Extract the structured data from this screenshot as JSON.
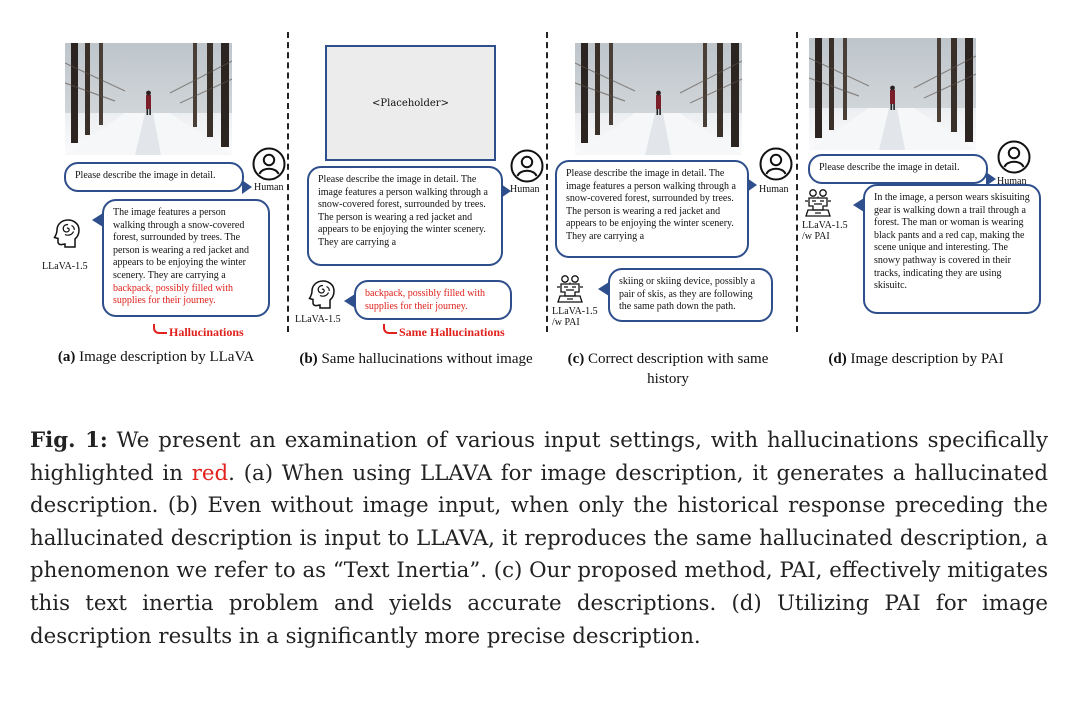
{
  "panels": [
    {
      "id": "a",
      "prompt": "Please describe the image in detail.",
      "human_label": "Human",
      "model_label": "LLaVA-1.5",
      "response_plain": "The image features a person walking through a snow-covered forest, surrounded by trees. The person is wearing a red jacket and appears to be enjoying the winter scenery. They are carrying a ",
      "response_red": "backpack, possibly filled with supplies for their journey.",
      "note": "Hallucinations",
      "caption_tag": "(a)",
      "caption_text": "Image description by LLaVA"
    },
    {
      "id": "b",
      "placeholder": "<Placeholder>",
      "prompt": "Please describe the image in detail. The image features a person walking through a snow-covered forest, surrounded by trees. The person is wearing a red jacket and appears to be enjoying the winter scenery. They are carrying a",
      "human_label": "Human",
      "model_label": "LLaVA-1.5",
      "response_red": "backpack, possibly filled with supplies for their journey.",
      "note": "Same Hallucinations",
      "caption_tag": "(b)",
      "caption_text": "Same hallucinations without image"
    },
    {
      "id": "c",
      "prompt": "Please describe the image in detail. The image features a person walking through a snow-covered forest, surrounded by trees. The person is wearing a red jacket and appears to be enjoying the winter scenery. They are carrying a",
      "human_label": "Human",
      "model_label_1": "LLaVA-1.5",
      "model_label_2": "/w PAI",
      "response_plain": "skiing or skiing device, possibly a pair of skis, as they are following the same path down the path.",
      "caption_tag": "(c)",
      "caption_text": "Correct description with same history"
    },
    {
      "id": "d",
      "prompt": "Please describe the image in detail.",
      "human_label": "Human",
      "model_label_1": "LLaVA-1.5",
      "model_label_2": "/w PAI",
      "response_plain": "In the image, a person wears skisuiting gear is walking down a trail through a forest. The man or woman is wearing black pants and a red cap, making the scene unique and interesting. The snowy pathway is covered in their tracks, indicating they are using skisuitc.",
      "caption_tag": "(d)",
      "caption_text": "Image description by PAI"
    }
  ],
  "figure_caption": {
    "label": "Fig. 1:",
    "part1": " We present an examination of various input settings, with hallucinations specifically highlighted in ",
    "red_word": "red",
    "part2": ". (a) When using LLAVA for image description, it generates a hallucinated description. (b) Even without image input, when only the historical response preceding the hallucinated description is input to LLAVA, it reproduces the same hallucinated description, a phenomenon we refer to as “Text Inertia”. (c) Our proposed method, PAI, effectively mitigates this text inertia problem and yields accurate descriptions. (d) Utilizing PAI for image description results in a significantly more precise description."
  },
  "colors": {
    "bubble_border": "#2e4f8c",
    "highlight_red": "#e0211c"
  },
  "icons": {
    "human": "person-circle-icon",
    "model": "brain-head-icon",
    "model_pai": "robot-icon"
  }
}
